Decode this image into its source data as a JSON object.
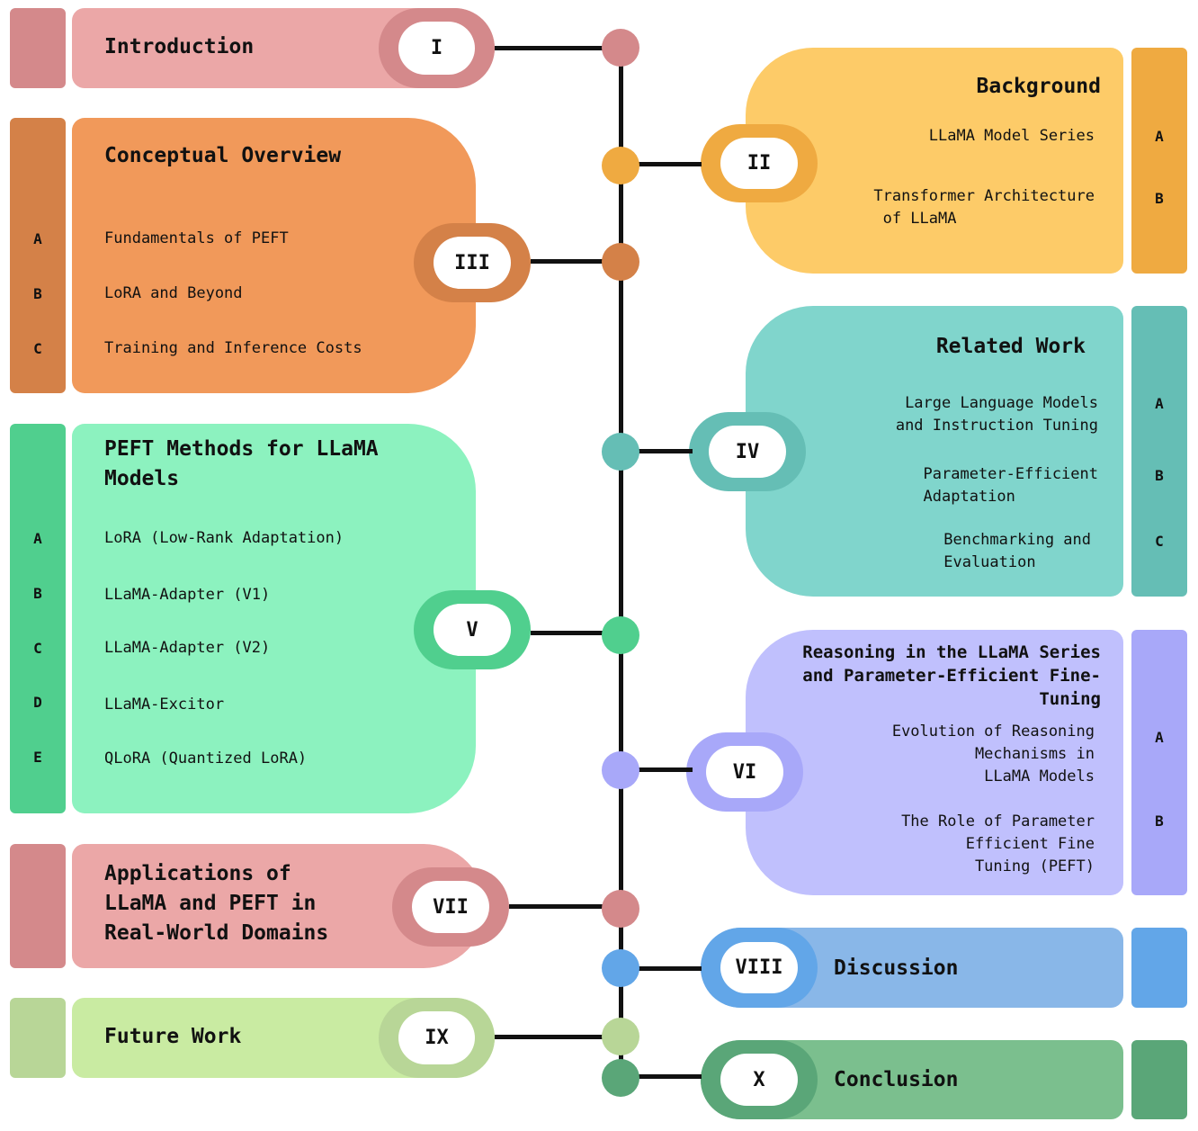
{
  "colors": {
    "intro": "#EBA7A7",
    "intro_dark": "#D4898B",
    "background": "#FDCB68",
    "background_dark": "#EFAA41",
    "concept": "#F1995A",
    "concept_dark": "#D48148",
    "related": "#80D5CC",
    "related_dark": "#65BEB5",
    "peft": "#8CF2BF",
    "peft_dark": "#50CF8E",
    "reasoning": "#C0C0FD",
    "reasoning_dark": "#A8A8F9",
    "applications": "#EBA7A7",
    "applications_dark": "#D4898B",
    "discussion": "#89B7E8",
    "discussion_dark": "#62A6E8",
    "future": "#C9EBA2",
    "future_dark": "#B8D697",
    "conclusion": "#7BBF8E",
    "conclusion_dark": "#5AA678"
  },
  "sections": {
    "intro": {
      "numeral": "I",
      "title": "Introduction"
    },
    "background": {
      "numeral": "II",
      "title": "Background",
      "items": [
        "LLaMA Model Series",
        "Transformer Architecture\n of LLaMA"
      ],
      "letters": [
        "A",
        "B"
      ]
    },
    "concept": {
      "numeral": "III",
      "title": "Conceptual Overview",
      "items": [
        "Fundamentals of PEFT",
        "LoRA and Beyond",
        "Training and Inference Costs"
      ],
      "letters": [
        "A",
        "B",
        "C"
      ]
    },
    "related": {
      "numeral": "IV",
      "title": "Related Work",
      "items": [
        "Large Language Models\nand Instruction Tuning",
        "Parameter-Efficient\nAdaptation",
        "Benchmarking and\nEvaluation"
      ],
      "letters": [
        "A",
        "B",
        "C"
      ]
    },
    "peft": {
      "numeral": "V",
      "title": "PEFT Methods for LLaMA\nModels",
      "items": [
        "LoRA (Low-Rank Adaptation)",
        "LLaMA-Adapter (V1)",
        "LLaMA-Adapter (V2)",
        "LLaMA-Excitor",
        "QLoRA (Quantized LoRA)"
      ],
      "letters": [
        "A",
        "B",
        "C",
        "D",
        "E"
      ]
    },
    "reasoning": {
      "numeral": "VI",
      "title": "Reasoning in the LLaMA Series\nand Parameter-Efficient Fine-\nTuning",
      "items": [
        "Evolution of Reasoning\nMechanisms in\nLLaMA Models",
        "The Role of Parameter\nEfficient Fine\nTuning (PEFT)"
      ],
      "letters": [
        "A",
        "B"
      ]
    },
    "applications": {
      "numeral": "VII",
      "title": "Applications of\nLLaMA and PEFT in\nReal-World Domains"
    },
    "discussion": {
      "numeral": "VIII",
      "title": "Discussion"
    },
    "future": {
      "numeral": "IX",
      "title": "Future Work"
    },
    "conclusion": {
      "numeral": "X",
      "title": "Conclusion"
    }
  }
}
